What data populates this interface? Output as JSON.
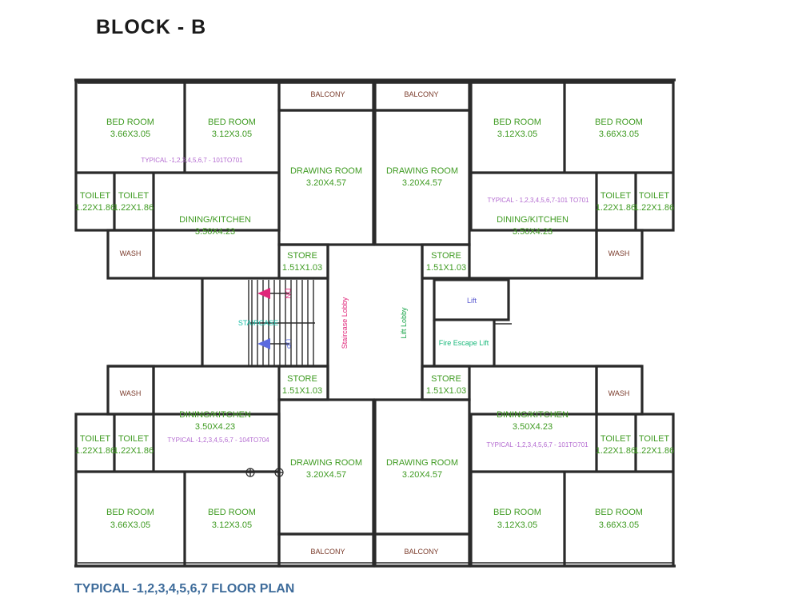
{
  "title": "BLOCK - B",
  "caption": "TYPICAL -1,2,3,4,5,6,7  FLOOR PLAN",
  "rooms": {
    "bed_3_66": {
      "name": "BED ROOM",
      "dim": "3.66X3.05"
    },
    "bed_3_12": {
      "name": "BED ROOM",
      "dim": "3.12X3.05"
    },
    "drawing": {
      "name": "DRAWING ROOM",
      "dim": "3.20X4.57"
    },
    "dining": {
      "name": "DINING/KITCHEN",
      "dim": "3.50X4.23"
    },
    "toilet": {
      "name": "TOILET",
      "dim": "1.22X1.86"
    },
    "store": {
      "name": "STORE",
      "dim": "1.51X1.03"
    },
    "balcony": "BALCONY",
    "wash": "WASH"
  },
  "notes": {
    "top_left": "TYPICAL -1,2,3,4,5,6,7 - 101TO701",
    "top_right": "TYPICAL - 1,2,3,4,5,6,7-101 TO701",
    "bottom_left": "TYPICAL -1,2,3,4,5,6,7 - 104TO704",
    "bottom_right": "TYPICAL -1,2,3,4,5,6,7 - 101TO701"
  },
  "core": {
    "staircase": "STAIRCASE",
    "staircase_lobby": "Staircase Lobby",
    "lift_lobby": "Lift Lobby",
    "lift": "Lift",
    "fire_lift": "Fire Escape Lift",
    "up": "UP",
    "dn": "DN"
  },
  "colors": {
    "room_text": "#3f9b22",
    "note_text": "#b36ad0",
    "caption": "#3d6b9a",
    "wall": "#2a2a2a"
  }
}
